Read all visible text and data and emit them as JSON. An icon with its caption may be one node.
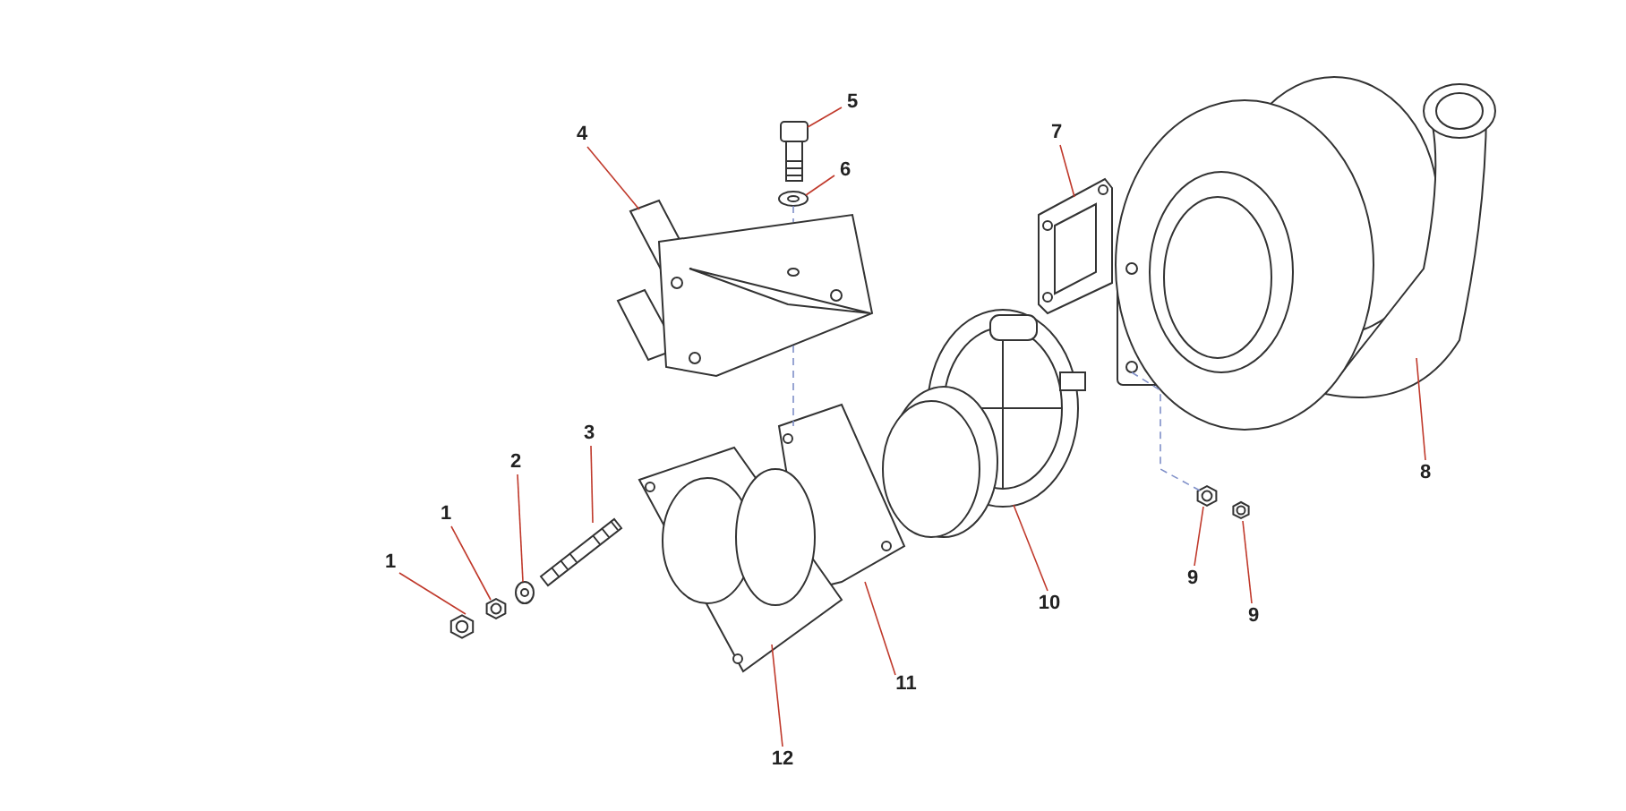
{
  "diagram": {
    "nodes": [
      {
        "text": [
          "1"
        ]
      },
      {
        "text": [
          "1"
        ]
      },
      {
        "text": [
          "2"
        ]
      },
      {
        "text": [
          "3"
        ]
      },
      {
        "text": [
          "4"
        ]
      },
      {
        "text": [
          "5"
        ]
      },
      {
        "text": [
          "6"
        ]
      },
      {
        "text": [
          "7"
        ]
      },
      {
        "text": [
          "8"
        ]
      },
      {
        "text": [
          "9"
        ]
      },
      {
        "text": [
          "9"
        ]
      },
      {
        "text": [
          "10"
        ]
      },
      {
        "text": [
          "11"
        ]
      },
      {
        "text": [
          "12"
        ]
      },
      {
        "text": [],
        "shape": "picture"
      },
      {
        "text": [],
        "shape": "picture"
      },
      {
        "text": [],
        "shape": "picture"
      },
      {
        "text": [],
        "shape": "picture"
      },
      {
        "text": [],
        "shape": "picture"
      },
      {
        "text": [],
        "shape": "picture"
      },
      {
        "text": [],
        "shape": "picture"
      },
      {
        "text": [],
        "shape": "picture"
      },
      {
        "text": [],
        "shape": "picture"
      },
      {
        "text": [],
        "shape": "picture"
      },
      {
        "text": [],
        "shape": "picture"
      },
      {
        "text": [],
        "shape": "picture"
      },
      {
        "text": [],
        "shape": "picture"
      },
      {
        "text": [],
        "shape": "picture"
      }
    ],
    "edges": [
      {
        "from": 0,
        "to": 14,
        "arrow": "none"
      },
      {
        "from": 1,
        "to": 15,
        "arrow": "none"
      },
      {
        "from": 2,
        "to": 16,
        "arrow": "none"
      },
      {
        "from": 3,
        "to": 17,
        "arrow": "none"
      },
      {
        "from": 4,
        "to": 18,
        "arrow": "none"
      },
      {
        "from": 5,
        "to": 19,
        "arrow": "none"
      },
      {
        "from": 6,
        "to": 20,
        "arrow": "none"
      },
      {
        "from": 7,
        "to": 21,
        "arrow": "none"
      },
      {
        "from": 8,
        "to": 22,
        "arrow": "none"
      },
      {
        "from": 9,
        "to": 23,
        "arrow": "none"
      },
      {
        "from": 10,
        "to": 24,
        "arrow": "none"
      },
      {
        "from": 11,
        "to": 25,
        "arrow": "none"
      },
      {
        "from": 12,
        "to": 26,
        "arrow": "none"
      },
      {
        "from": 13,
        "to": 27,
        "arrow": "none"
      },
      {
        "from": 20,
        "to": 18,
        "arrow": "none",
        "style": "dashed",
        "color": "#7f8fc8"
      },
      {
        "from": 18,
        "to": 26,
        "arrow": "none",
        "style": "dashed",
        "color": "#7f8fc8"
      },
      {
        "from": 22,
        "to": 23,
        "arrow": "none",
        "style": "dashed",
        "color": "#7f8fc8"
      }
    ]
  }
}
